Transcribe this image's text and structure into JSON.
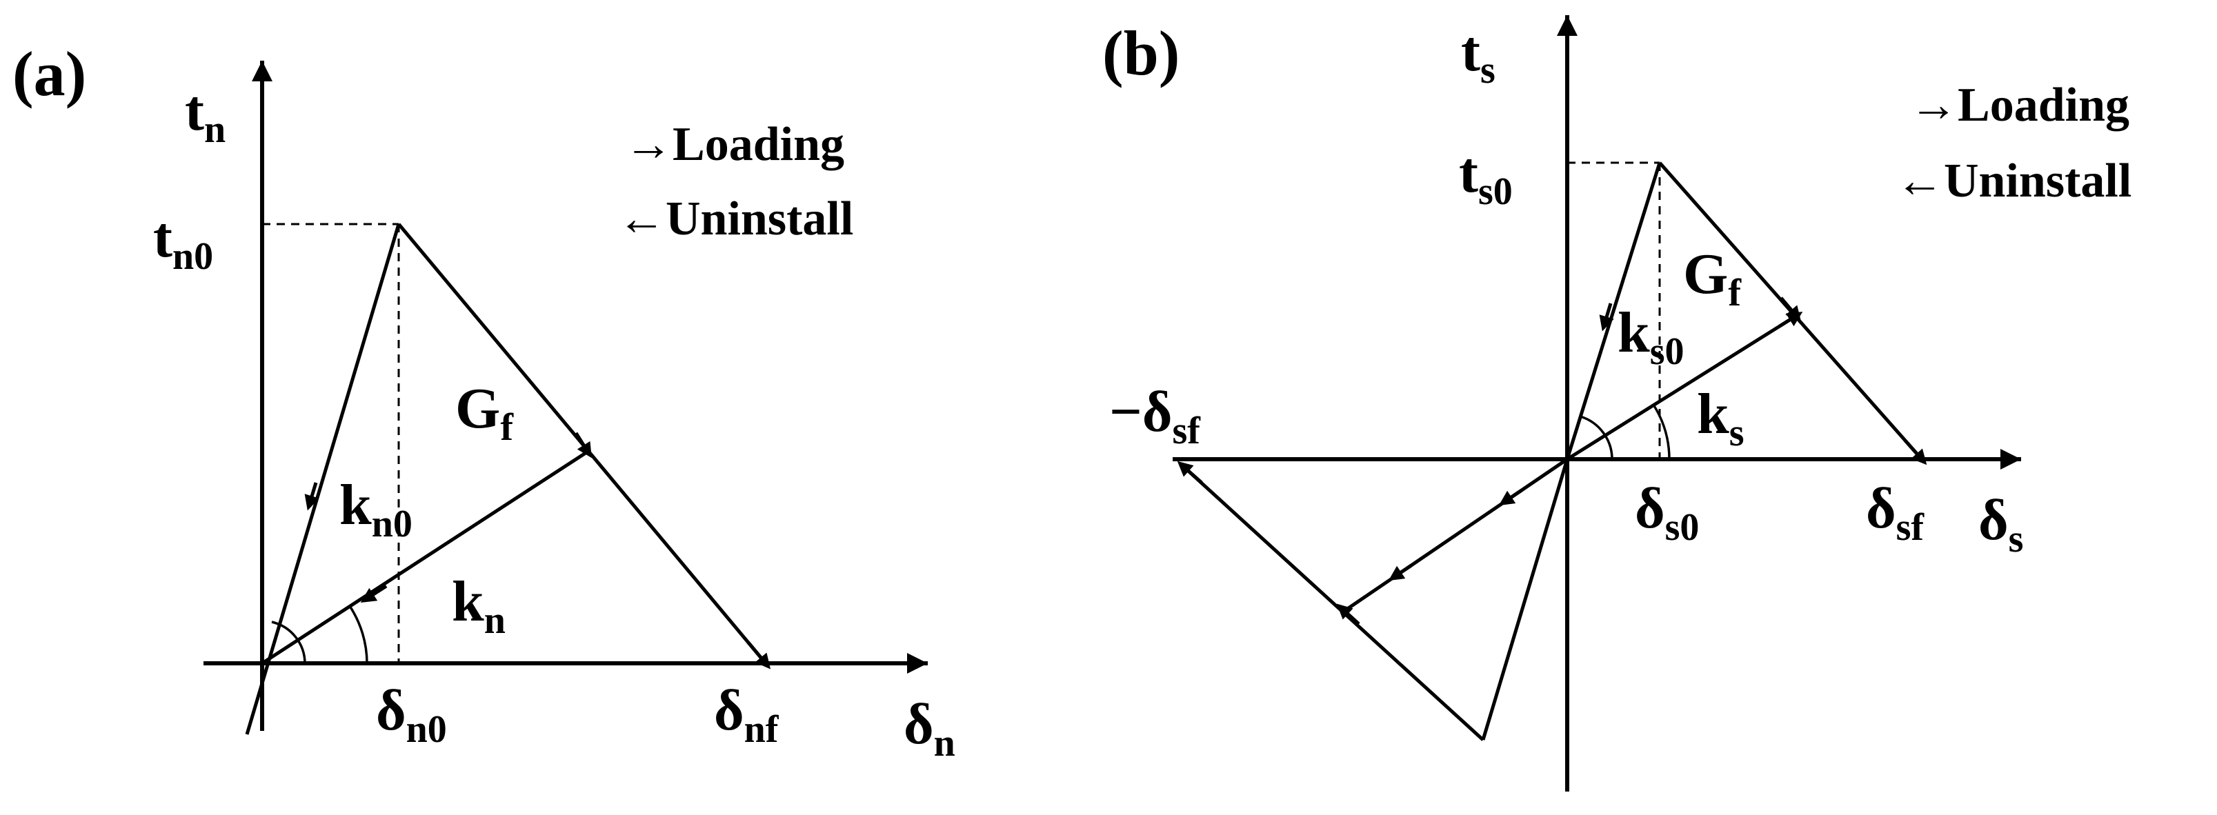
{
  "panel_a": {
    "label": "(a)",
    "y_axis": {
      "base": "t",
      "sub": "n"
    },
    "x_axis": {
      "base": "δ",
      "sub": "n"
    },
    "peak_label": {
      "base": "t",
      "sub": "n0"
    },
    "peak_disp_label": {
      "base": "δ",
      "sub": "n0"
    },
    "final_disp_label": {
      "base": "δ",
      "sub": "nf"
    },
    "energy_label": {
      "base": "G",
      "sub": "f"
    },
    "initial_stiffness_label": {
      "base": "k",
      "sub": "n0"
    },
    "stiffness_label": {
      "base": "k",
      "sub": "n"
    },
    "legend": {
      "loading": "→Loading",
      "unloading": "←Uninstall"
    }
  },
  "panel_b": {
    "label": "(b)",
    "y_axis": {
      "base": "t",
      "sub": "s"
    },
    "x_axis": {
      "base": "δ",
      "sub": "s"
    },
    "peak_label": {
      "base": "t",
      "sub": "s0"
    },
    "peak_disp_label": {
      "base": "δ",
      "sub": "s0"
    },
    "final_disp_label": {
      "base": "δ",
      "sub": "sf"
    },
    "neg_final_disp_label": {
      "base": "−δ",
      "sub": "sf"
    },
    "energy_label": {
      "base": "G",
      "sub": "f"
    },
    "initial_stiffness_label": {
      "base": "k",
      "sub": "s0"
    },
    "stiffness_label": {
      "base": "k",
      "sub": "s"
    },
    "legend": {
      "loading": "→Loading",
      "unloading": "←Uninstall"
    }
  }
}
